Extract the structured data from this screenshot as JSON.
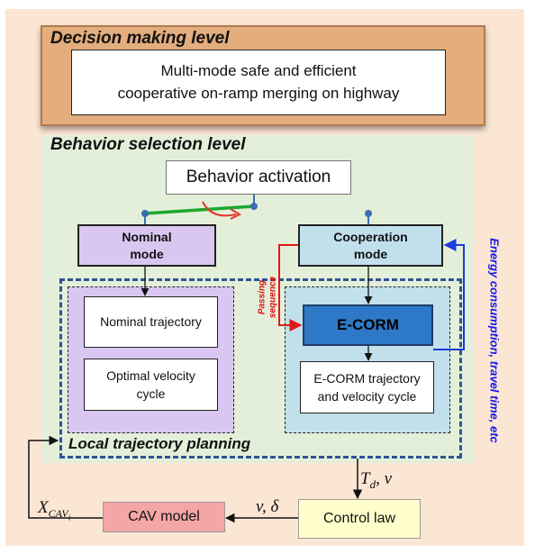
{
  "decision_level": {
    "title": "Decision making level",
    "box_line1": "Multi-mode safe and efficient",
    "box_line2": "cooperative on-ramp merging on highway"
  },
  "behavior_level": {
    "title": "Behavior selection level",
    "activation": "Behavior activation",
    "nominal_mode_line1": "Nominal",
    "nominal_mode_line2": "mode",
    "cooperation_mode_line1": "Cooperation",
    "cooperation_mode_line2": "mode"
  },
  "local_planning": {
    "title": "Local trajectory planning",
    "nominal_trajectory": "Nominal trajectory",
    "optimal_velocity_line1": "Optimal velocity",
    "optimal_velocity_line2": "cycle",
    "ecorm": "E-CORM",
    "ecorm_traj_line1": "E-CORM trajectory",
    "ecorm_traj_line2": "and velocity cycle"
  },
  "annotations": {
    "passing_line1": "Passing",
    "passing_line2": "sequence",
    "feedback": "Energy consumption, travel time, etc"
  },
  "control": {
    "control_law": "Control law",
    "cav_model": "CAV model",
    "td_v_label": "Td, v",
    "v_delta_label": "v, δ",
    "x_cav_label": "X CAVi"
  },
  "colors": {
    "switch_line": "#1aa82e",
    "node": "#3a6db5",
    "activation_arrow": "#e8362b",
    "passing_arrow": "#e01818",
    "feedback_arrow": "#1a3ce0",
    "frame": "#2e5597"
  }
}
